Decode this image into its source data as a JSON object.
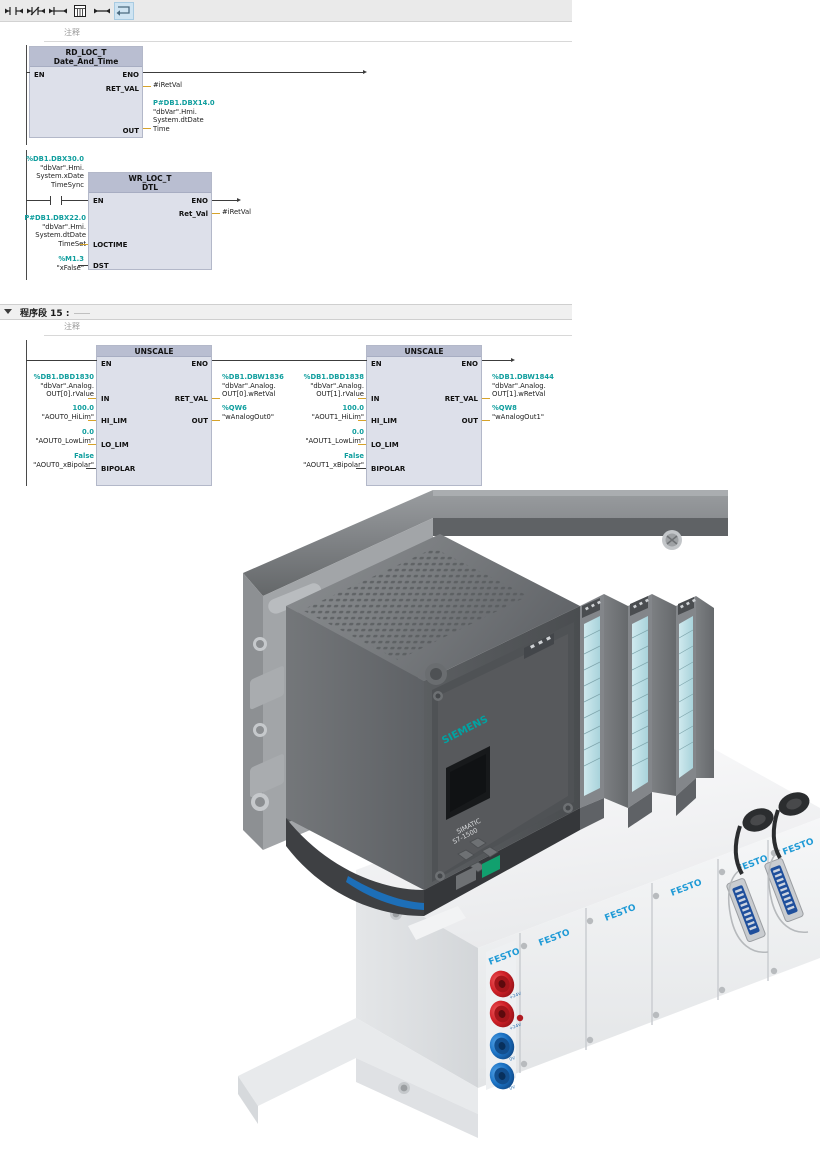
{
  "editor": {
    "toolbar": {
      "buttons": [
        {
          "name": "normally-open-contact-button",
          "title": "常开触点",
          "icon": "contact-no-icon",
          "selected": false
        },
        {
          "name": "normally-closed-contact-button",
          "title": "常闭触点",
          "icon": "contact-nc-icon",
          "selected": false
        },
        {
          "name": "output-coil-button",
          "title": "输出线圈",
          "icon": "coil-icon",
          "selected": false
        },
        {
          "name": "empty-box-button",
          "title": "空功能框",
          "icon": "empty-box-icon",
          "selected": false
        },
        {
          "name": "open-branch-button",
          "title": "打开分支",
          "icon": "open-branch-icon",
          "selected": false
        },
        {
          "name": "close-branch-button",
          "title": "关闭分支",
          "icon": "close-branch-icon",
          "selected": true
        }
      ]
    },
    "comment_label": "注释",
    "networks": [
      {
        "id": "network-14",
        "comment": "注释",
        "blocks": [
          {
            "name": "RD_LOC_T",
            "subtitle": "Date_And_Time",
            "inputs": [
              {
                "pin": "EN",
                "operand": null
              }
            ],
            "outputs": [
              {
                "pin": "ENO",
                "operand": null
              },
              {
                "pin": "RET_VAL",
                "operand": {
                  "address": "",
                  "name": "#iRetVal",
                  "lines": [
                    "#iRetVal"
                  ]
                }
              },
              {
                "pin": "OUT",
                "operand": {
                  "address": "P#DB1.DBX14.0",
                  "lines": [
                    "\"dbVar\".Hmi.",
                    "System.dtDate",
                    "Time"
                  ]
                }
              }
            ]
          },
          {
            "name": "WR_LOC_T",
            "subtitle": "DTL",
            "inputs": [
              {
                "pin": "EN",
                "operand": {
                  "address": "%DB1.DBX30.0",
                  "lines": [
                    "\"dbVar\".Hmi.",
                    "System.xDate",
                    "TimeSync"
                  ],
                  "symbol": "normally-open-contact"
                }
              },
              {
                "pin": "LOCTIME",
                "operand": {
                  "address": "P#DB1.DBX22.0",
                  "lines": [
                    "\"dbVar\".Hmi.",
                    "System.dtDate",
                    "TimeSet"
                  ]
                }
              },
              {
                "pin": "DST",
                "operand": {
                  "address": "%M1.3",
                  "lines": [
                    "\"xFalse\""
                  ]
                }
              }
            ],
            "outputs": [
              {
                "pin": "ENO",
                "operand": null
              },
              {
                "pin": "Ret_Val",
                "operand": {
                  "address": "",
                  "lines": [
                    "#iRetVal"
                  ]
                }
              }
            ]
          }
        ]
      },
      {
        "id": "network-15",
        "title_prefix": "程序段",
        "number": "15",
        "title_suffix": ":",
        "comment": "注释",
        "blocks": [
          {
            "name": "UNSCALE",
            "subtitle": "",
            "inputs": [
              {
                "pin": "EN",
                "operand": null
              },
              {
                "pin": "IN",
                "operand": {
                  "address": "%DB1.DBD1830",
                  "lines": [
                    "\"dbVar\".Analog.",
                    "OUT[0].rValue"
                  ]
                }
              },
              {
                "pin": "HI_LIM",
                "operand": {
                  "address": "100.0",
                  "lines": [
                    "\"AOUT0_HiLim\""
                  ]
                }
              },
              {
                "pin": "LO_LIM",
                "operand": {
                  "address": "0.0",
                  "lines": [
                    "\"AOUT0_LowLim\""
                  ]
                }
              },
              {
                "pin": "BIPOLAR",
                "operand": {
                  "address": "False",
                  "lines": [
                    "\"AOUT0_xBipolar\""
                  ]
                }
              }
            ],
            "outputs": [
              {
                "pin": "ENO",
                "operand": null
              },
              {
                "pin": "RET_VAL",
                "operand": {
                  "address": "%DB1.DBW1836",
                  "lines": [
                    "\"dbVar\".Analog.",
                    "OUT[0].wRetVal"
                  ]
                }
              },
              {
                "pin": "OUT",
                "operand": {
                  "address": "%QW6",
                  "lines": [
                    "\"wAnalogOut0\""
                  ]
                }
              }
            ]
          },
          {
            "name": "UNSCALE",
            "subtitle": "",
            "inputs": [
              {
                "pin": "EN",
                "operand": null
              },
              {
                "pin": "IN",
                "operand": {
                  "address": "%DB1.DBD1838",
                  "lines": [
                    "\"dbVar\".Analog.",
                    "OUT[1].rValue"
                  ]
                }
              },
              {
                "pin": "HI_LIM",
                "operand": {
                  "address": "100.0",
                  "lines": [
                    "\"AOUT1_HiLim\""
                  ]
                }
              },
              {
                "pin": "LO_LIM",
                "operand": {
                  "address": "0.0",
                  "lines": [
                    "\"AOUT1_LowLim\""
                  ]
                }
              },
              {
                "pin": "BIPOLAR",
                "operand": {
                  "address": "False",
                  "lines": [
                    "\"AOUT1_xBipolar\""
                  ]
                }
              }
            ],
            "outputs": [
              {
                "pin": "ENO",
                "operand": null
              },
              {
                "pin": "RET_VAL",
                "operand": {
                  "address": "%DB1.DBW1844",
                  "lines": [
                    "\"dbVar\".Analog.",
                    "OUT[1].wRetVal"
                  ]
                }
              },
              {
                "pin": "OUT",
                "operand": {
                  "address": "%QW8",
                  "lines": [
                    "\"wAnalogOut1\""
                  ]
                }
              }
            ]
          }
        ]
      }
    ]
  },
  "hardware_photo": {
    "caption": "",
    "cpu_brand": "SIEMENS",
    "cpu_model_line1": "SIMATIC",
    "cpu_model_line2": "S7-1500",
    "rack_brand": "FESTO",
    "festo_labels": [
      "FESTO",
      "FESTO",
      "FESTO",
      "FESTO",
      "FESTO",
      "FESTO"
    ],
    "terminal_labels": [
      "+24V",
      "+24V",
      "0V",
      "0V"
    ],
    "colors": {
      "cpu_body": "#6f7275",
      "cpu_front": "#55585b",
      "module_teal": "#bfdfe4",
      "festo_blue": "#1f9ad6",
      "panel_white": "#f4f5f6",
      "jack_red": "#cf2027",
      "jack_blue": "#1b72c4",
      "siemens_green": "#009999",
      "rail_grey": "#8b8e91"
    }
  },
  "theme": {
    "address_color": "#109e9e",
    "operand_text_color": "#1b1b1b",
    "block_header_color": "#b9bed1",
    "block_body_color": "#dde0ea",
    "wire_color": "#3c3c3c",
    "out_wire_color": "#d6a32a",
    "toolbar_bg": "#eaeaea",
    "toolbar_selected": "#cfe4f2"
  }
}
